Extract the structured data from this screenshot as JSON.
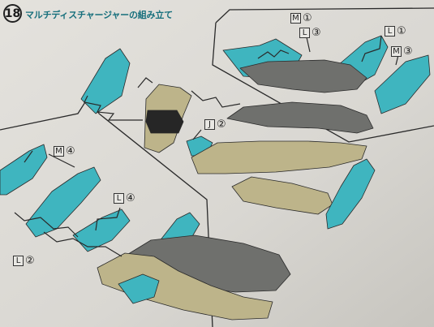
{
  "step": {
    "number": "18",
    "title": "マルチディスチャージャーの組み立て"
  },
  "part_labels": [
    {
      "id": "m1",
      "letter": "M",
      "number": "①"
    },
    {
      "id": "l3",
      "letter": "L",
      "number": "③"
    },
    {
      "id": "l1",
      "letter": "L",
      "number": "①"
    },
    {
      "id": "m3",
      "letter": "M",
      "number": "③"
    },
    {
      "id": "j2",
      "letter": "J",
      "number": "②"
    },
    {
      "id": "m4",
      "letter": "M",
      "number": "④"
    },
    {
      "id": "l4",
      "letter": "L",
      "number": "④"
    },
    {
      "id": "l2",
      "letter": "L",
      "number": "②"
    }
  ],
  "colors": {
    "paper": "#d9d7d2",
    "line_art": "#2a2a2a",
    "teal_parts": "#3fb5bf",
    "gray_parts": "#6f706d",
    "tan_parts": "#bdb48a",
    "black_parts": "#262626",
    "title_text": "#166f7c"
  }
}
